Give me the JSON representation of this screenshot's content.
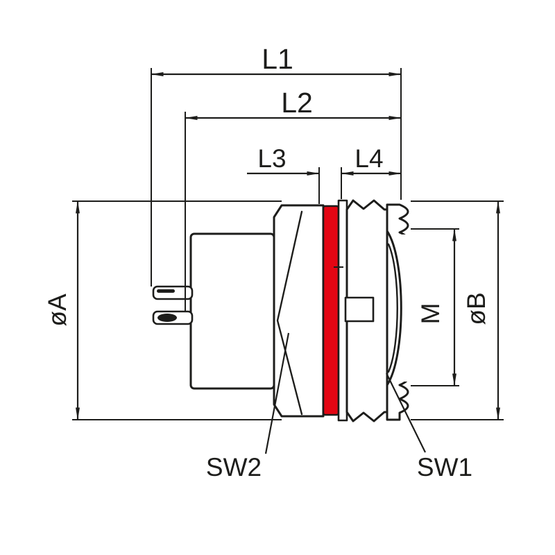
{
  "drawing": {
    "background": "#ffffff",
    "line_color": "#1d1d1b",
    "seal_color": "#e30613",
    "labels": {
      "l1": "L1",
      "l2": "L2",
      "l3": "L3",
      "l4": "L4",
      "dia_a": "øA",
      "dia_b": "øB",
      "thread": "M",
      "sw1": "SW1",
      "sw2": "SW2"
    }
  }
}
